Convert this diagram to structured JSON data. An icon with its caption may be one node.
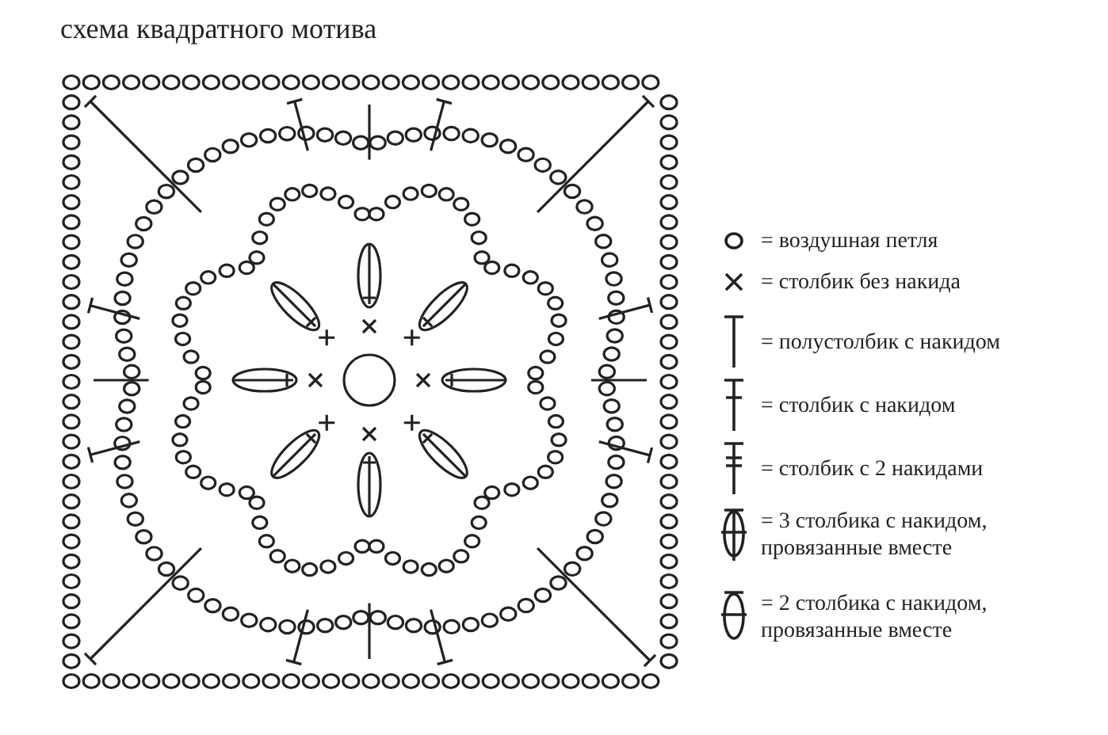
{
  "diagram": {
    "title": "схема квадратного мотива",
    "legend": [
      {
        "text": "= воздушная петля"
      },
      {
        "text": "= столбик без накида"
      },
      {
        "text": "= полустолбик с накидом"
      },
      {
        "text": "= столбик с накидом"
      },
      {
        "text": "= столбик с 2 накидами"
      },
      {
        "text": "= 3 столбика с накидом, провязанные вместе"
      },
      {
        "text": "= 2 столбика с накидом, провязанные вместе"
      }
    ]
  }
}
